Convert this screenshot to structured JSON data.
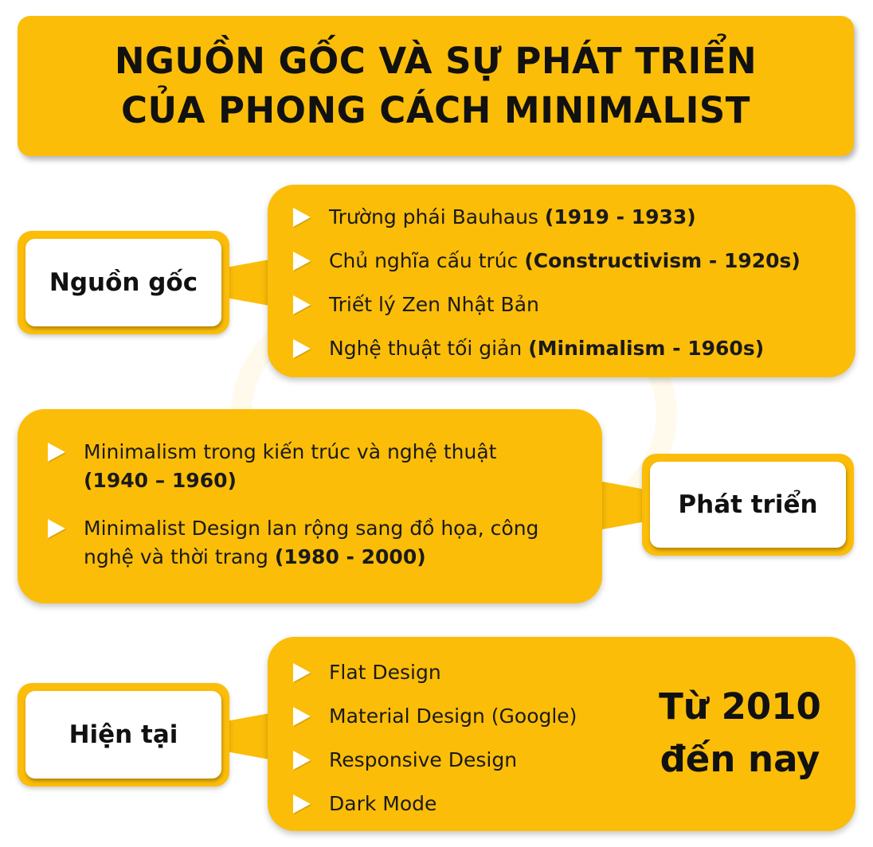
{
  "title": {
    "line1": "NGUỒN GỐC VÀ SỰ PHÁT TRIỂN",
    "line2": "CỦA PHONG CÁCH MINIMALIST"
  },
  "colors": {
    "accent": "#fbbd08",
    "text": "#111111",
    "label_bg": "#ffffff"
  },
  "origin": {
    "label": "Nguồn gốc",
    "items": [
      {
        "text": "Trường phái Bauhaus ",
        "bold": "(1919 - 1933)"
      },
      {
        "text": "Chủ nghĩa cấu trúc ",
        "bold": "(Constructivism - 1920s)"
      },
      {
        "text": "Triết lý Zen Nhật Bản",
        "bold": ""
      },
      {
        "text": "Nghệ thuật tối giản ",
        "bold": "(Minimalism - 1960s)"
      }
    ]
  },
  "development": {
    "label": "Phát triển",
    "items": [
      {
        "text": "Minimalism trong kiến trúc và nghệ thuật ",
        "bold": "(1940 – 1960)"
      },
      {
        "text": "Minimalist Design lan rộng sang đồ họa, công nghệ và thời trang ",
        "bold": "(1980 - 2000)"
      }
    ]
  },
  "present": {
    "label": "Hiện tại",
    "items": [
      {
        "text": "Flat Design"
      },
      {
        "text": "Material Design (Google)"
      },
      {
        "text": "Responsive Design"
      },
      {
        "text": "Dark Mode"
      }
    ],
    "since_line1": "Từ 2010",
    "since_line2": "đến nay"
  }
}
